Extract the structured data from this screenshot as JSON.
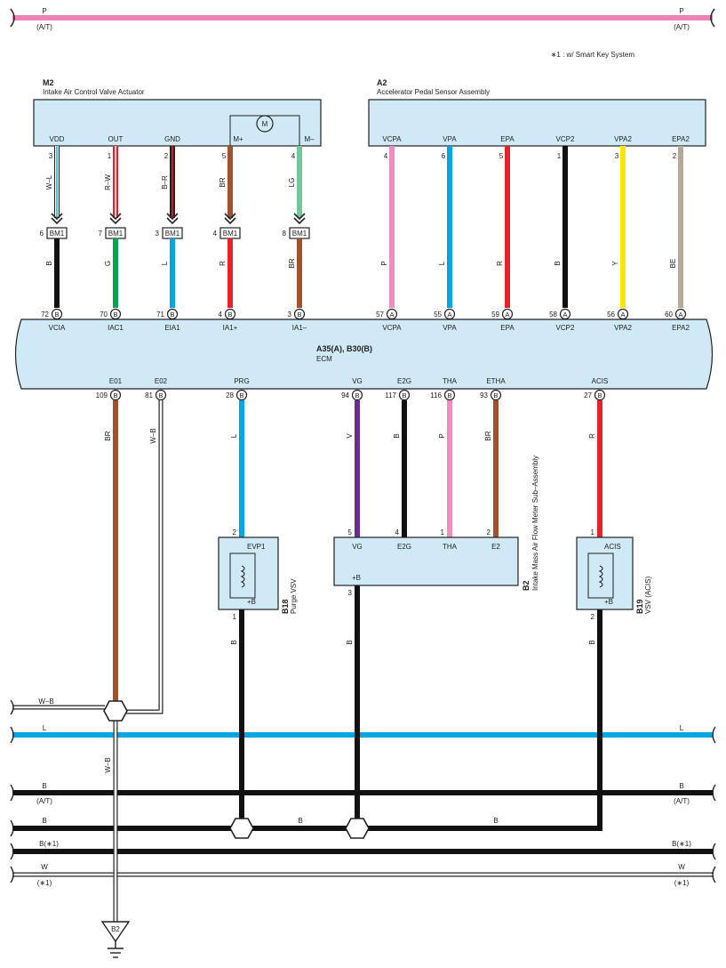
{
  "note": "∗1 : w/ Smart Key System",
  "bus_top": {
    "left": "P",
    "left_sub": "(A/T)",
    "right": "P",
    "right_sub": "(A/T)"
  },
  "m2": {
    "code": "M2",
    "name": "Intake Air Control Valve Actuator",
    "motor": "M",
    "pins": [
      {
        "label": "VDD",
        "num": "3",
        "wire": "W–L",
        "conn": "BM1",
        "conn_pin": "6",
        "wire2": "B",
        "ecm_pin": "72",
        "ecm_conn": "B",
        "ecm_label": "VCIA"
      },
      {
        "label": "OUT",
        "num": "1",
        "wire": "R–W",
        "conn": "BM1",
        "conn_pin": "7",
        "wire2": "G",
        "ecm_pin": "70",
        "ecm_conn": "B",
        "ecm_label": "IAC1"
      },
      {
        "label": "GND",
        "num": "2",
        "wire": "B–R",
        "conn": "BM1",
        "conn_pin": "3",
        "wire2": "L",
        "ecm_pin": "71",
        "ecm_conn": "B",
        "ecm_label": "EIA1"
      },
      {
        "label": "M+",
        "num": "5",
        "wire": "BR",
        "conn": "BM1",
        "conn_pin": "4",
        "wire2": "R",
        "ecm_pin": "4",
        "ecm_conn": "B",
        "ecm_label": "IA1+"
      },
      {
        "label": "M–",
        "num": "4",
        "wire": "LG",
        "conn": "BM1",
        "conn_pin": "8",
        "wire2": "BR",
        "ecm_pin": "3",
        "ecm_conn": "B",
        "ecm_label": "IA1–"
      }
    ]
  },
  "a2": {
    "code": "A2",
    "name": "Accelerator Pedal Sensor Assembly",
    "pins": [
      {
        "label": "VCPA",
        "num": "4",
        "wire": "P",
        "ecm_pin": "57",
        "ecm_conn": "A",
        "ecm_label": "VCPA",
        "color": "#f08cbf"
      },
      {
        "label": "VPA",
        "num": "6",
        "wire": "L",
        "ecm_pin": "55",
        "ecm_conn": "A",
        "ecm_label": "VPA",
        "color": "#00a6e2"
      },
      {
        "label": "EPA",
        "num": "5",
        "wire": "R",
        "ecm_pin": "59",
        "ecm_conn": "A",
        "ecm_label": "EPA",
        "color": "#e8202a"
      },
      {
        "label": "VCP2",
        "num": "1",
        "wire": "B",
        "ecm_pin": "58",
        "ecm_conn": "A",
        "ecm_label": "VCP2",
        "color": "#111111"
      },
      {
        "label": "VPA2",
        "num": "3",
        "wire": "Y",
        "ecm_pin": "56",
        "ecm_conn": "A",
        "ecm_label": "VPA2",
        "color": "#ffe600"
      },
      {
        "label": "EPA2",
        "num": "2",
        "wire": "BE",
        "ecm_pin": "60",
        "ecm_conn": "A",
        "ecm_label": "EPA2",
        "color": "#b8a898"
      }
    ]
  },
  "ecm": {
    "code": "A35(A), B30(B)",
    "name": "ECM",
    "bottom_pins": [
      {
        "label": "E01",
        "pin": "109",
        "conn": "B",
        "wire": "BR"
      },
      {
        "label": "E02",
        "pin": "81",
        "conn": "B",
        "wire": "W–B"
      },
      {
        "label": "PRG",
        "pin": "28",
        "conn": "B",
        "wire": "L"
      },
      {
        "label": "VG",
        "pin": "94",
        "conn": "B",
        "wire": "V"
      },
      {
        "label": "E2G",
        "pin": "117",
        "conn": "B",
        "wire": "B"
      },
      {
        "label": "THA",
        "pin": "116",
        "conn": "B",
        "wire": "P"
      },
      {
        "label": "ETHA",
        "pin": "93",
        "conn": "B",
        "wire": "BR"
      },
      {
        "label": "ACIS",
        "pin": "27",
        "conn": "B",
        "wire": "R"
      }
    ]
  },
  "b18": {
    "code": "B18",
    "name": "Purge VSV",
    "pin_top": "2",
    "label_top": "EVP1",
    "pin_bot": "1",
    "label_bot": "+B",
    "wire_bot": "B"
  },
  "b2": {
    "code": "B2",
    "name": "Intake Mass Air Flow Meter Sub–Assembly",
    "pins": [
      {
        "num": "5",
        "label": "VG"
      },
      {
        "num": "4",
        "label": "E2G"
      },
      {
        "num": "1",
        "label": "THA"
      },
      {
        "num": "2",
        "label": "E2"
      }
    ],
    "pin_bot": "3",
    "label_bot": "+B",
    "wire_bot": "B"
  },
  "b19": {
    "code": "B19",
    "name": "VSV (ACIS)",
    "pin_top": "1",
    "label_top": "ACIS",
    "pin_bot": "2",
    "label_bot": "+B",
    "wire_bot": "B"
  },
  "buses": {
    "wb": "W–B",
    "l_left": "L",
    "l_right": "L",
    "b_at_left": "B",
    "b_at_left_sub": "(A/T)",
    "b_at_right": "B",
    "b_at_right_sub": "(A/T)",
    "b_left": "B",
    "b_mid1": "B",
    "b_mid2": "B",
    "b1_left": "B(∗1)",
    "b1_right": "B(∗1)",
    "w_left": "W",
    "w_left_sub": "(∗1)",
    "w_right": "W",
    "w_right_sub": "(∗1)",
    "ground_wire": "W–B",
    "ground": "B2"
  },
  "colors": {
    "pink": "#f08cbf",
    "blue": "#00a6e2",
    "red": "#e8202a",
    "green": "#00a550",
    "brown": "#a0522d",
    "violet": "#6a2c91",
    "lightgreen": "#6fc79a",
    "fill": "#cfe9f7"
  }
}
